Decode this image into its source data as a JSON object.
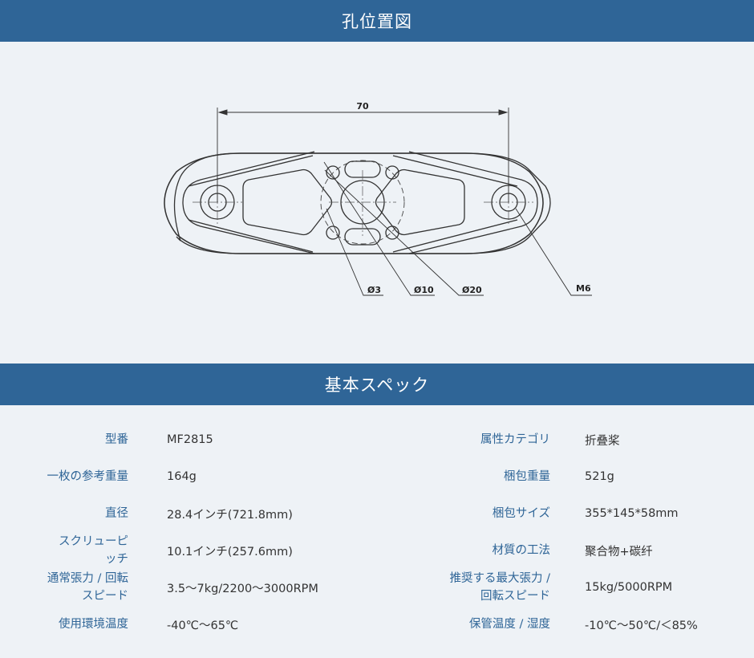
{
  "sections": {
    "hole_position_title": "孔位置図",
    "basic_spec_title": "基本スペック"
  },
  "diagram": {
    "dim_width": "70",
    "callout_d3": "Ø3",
    "callout_d10": "Ø10",
    "callout_d20": "Ø20",
    "callout_m6": "M6"
  },
  "specs": [
    {
      "label": "型番",
      "value": "MF2815",
      "label2": "属性カテゴリ",
      "value2": "折叠桨"
    },
    {
      "label": "一枚の参考重量",
      "value": "164g",
      "label2": "梱包重量",
      "value2": "521g"
    },
    {
      "label": "直径",
      "value": "28.4インチ(721.8mm)",
      "label2": "梱包サイズ",
      "value2": "355*145*58mm"
    },
    {
      "label": "スクリューピッチ",
      "value": "10.1インチ(257.6mm)",
      "label2": "材質の工法",
      "value2": "聚合物+碳纤"
    },
    {
      "label": "通常張力 / 回転スピード",
      "value": "3.5～7kg/2200～3000RPM",
      "label2": "推奨する最大張力 / 回転スピード",
      "value2": "15kg/5000RPM"
    },
    {
      "label": "使用環境温度",
      "value": "-40℃～65℃",
      "label2": "保管温度 / 湿度",
      "value2": "-10℃～50℃/＜85%"
    }
  ]
}
